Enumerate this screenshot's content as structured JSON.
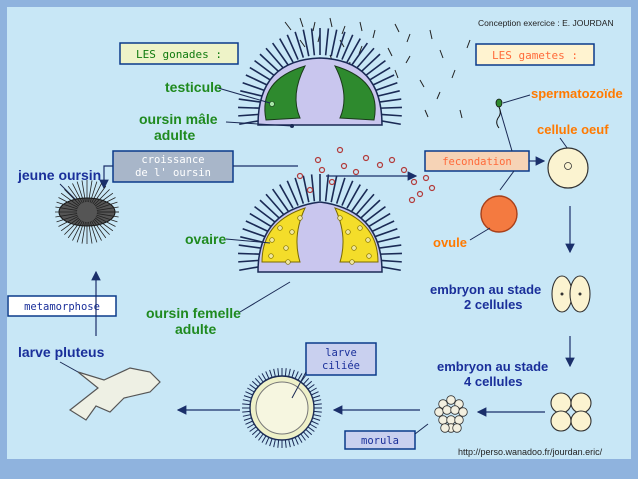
{
  "credit": "Conception exercice : E. JOURDAN",
  "url": "http://perso.wanadoo.fr/jourdan.eric/",
  "boxes": {
    "gonades": "LES gonades :",
    "gametes": "LES gametes :",
    "croissance_1": "croissance",
    "croissance_2": "de l' oursin",
    "fecondation": "fecondation",
    "metamorphose": "metamorphose",
    "larve_ciliee_1": "larve",
    "larve_ciliee_2": "ciliée",
    "morula": "morula"
  },
  "labels": {
    "testicule": "testicule",
    "oursin_male_1": "oursin mâle",
    "oursin_male_2": "adulte",
    "ovaire": "ovaire",
    "oursin_femelle_1": "oursin femelle",
    "oursin_femelle_2": "adulte",
    "jeune_oursin": "jeune oursin",
    "larve_pluteus": "larve pluteus",
    "spermatozoide": "spermatozoïde",
    "cellule_oeuf": "cellule oeuf",
    "ovule": "ovule",
    "embryon2_1": "embryon au stade",
    "embryon2_2": "2 cellules",
    "embryon4_1": "embryon au stade",
    "embryon4_2": "4 cellules"
  },
  "colors": {
    "label_green": "#1f8a1f",
    "label_orange": "#ff7a00",
    "label_blue": "#1a2f9a",
    "box_border": "#0a3a8a",
    "gonad_box_text": "#0f7a0f",
    "gamete_box_text": "#ff6a3a"
  }
}
